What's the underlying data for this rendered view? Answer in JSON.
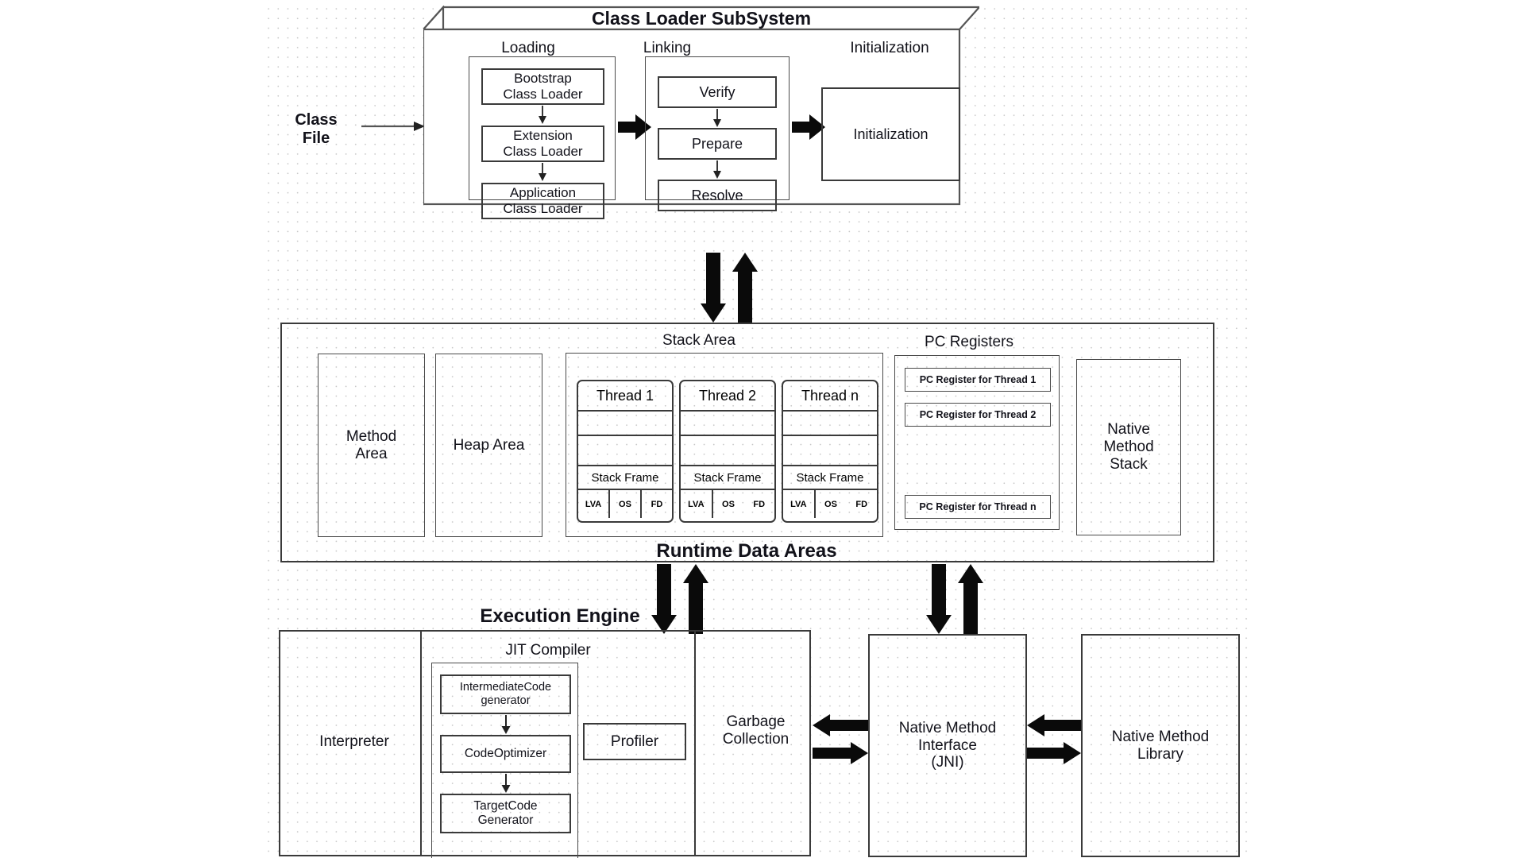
{
  "diagram": {
    "title": "JVM Architecture",
    "background": {
      "grid": "dot-grid",
      "grid_color": "#c8c8c8",
      "page_color": "#ffffff"
    },
    "stroke_color": "#555555",
    "text_color": "#12121a"
  },
  "input": {
    "class_file_label": "Class\nFile"
  },
  "class_loader": {
    "title": "Class Loader SubSystem",
    "columns": [
      {
        "header": "Loading",
        "items": [
          {
            "label": "Bootstrap\nClass Loader"
          },
          {
            "label": "Extension\nClass Loader"
          },
          {
            "label": "Application\nClass Loader"
          }
        ]
      },
      {
        "header": "Linking",
        "items": [
          {
            "label": "Verify"
          },
          {
            "label": "Prepare"
          },
          {
            "label": "Resolve"
          }
        ]
      },
      {
        "header": "Initialization",
        "items": [
          {
            "label": "Initialization"
          }
        ]
      }
    ]
  },
  "runtime_data_areas": {
    "title": "Runtime Data Areas",
    "method_area": {
      "label": "Method\nArea"
    },
    "heap_area": {
      "label": "Heap Area"
    },
    "stack_area": {
      "header": "Stack Area",
      "threads": [
        {
          "name": "Thread 1",
          "frame_label": "Stack Frame",
          "cells": [
            "LVA",
            "OS",
            "FD"
          ]
        },
        {
          "name": "Thread 2",
          "frame_label": "Stack Frame",
          "cells": [
            "LVA",
            "OS",
            "FD"
          ]
        },
        {
          "name": "Thread n",
          "frame_label": "Stack Frame",
          "cells": [
            "LVA",
            "OS",
            "FD"
          ]
        }
      ]
    },
    "pc_registers": {
      "header": "PC Registers",
      "registers": [
        {
          "label": "PC Register for  Thread 1"
        },
        {
          "label": "PC Register for  Thread 2"
        },
        {
          "label": "PC Register for  Thread n"
        }
      ]
    },
    "native_method_stack": {
      "label": "Native\nMethod\nStack"
    }
  },
  "execution_engine": {
    "title": "Execution Engine",
    "interpreter": {
      "label": "Interpreter"
    },
    "jit_compiler": {
      "header": "JIT Compiler",
      "pipeline": [
        {
          "label": "IntermediateCode\ngenerator"
        },
        {
          "label": "CodeOptimizer"
        },
        {
          "label": "TargetCode\nGenerator"
        }
      ],
      "profiler": {
        "label": "Profiler"
      }
    },
    "garbage_collection": {
      "label": "Garbage\nCollection"
    }
  },
  "native": {
    "interface": {
      "label": "Native Method\nInterface\n(JNI)"
    },
    "library": {
      "label": "Native Method\nLibrary"
    }
  }
}
